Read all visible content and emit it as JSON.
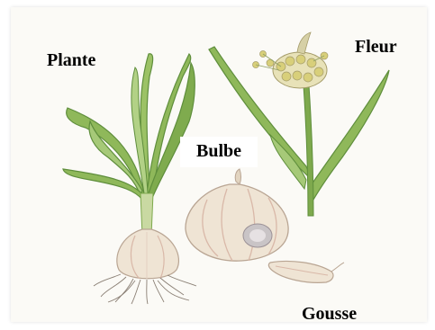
{
  "labels": {
    "plante": "Plante",
    "fleur": "Fleur",
    "bulbe": "Bulbe",
    "gousse": "Gousse"
  },
  "colors": {
    "leaf_green": "#8fb85a",
    "leaf_dark": "#5f8e3c",
    "stem_green": "#7ea94d",
    "bulb_cream": "#efe4d4",
    "bulb_pink": "#d9b8a8",
    "root_gray": "#8a7f74",
    "flower_yellow": "#d8cf7a"
  }
}
